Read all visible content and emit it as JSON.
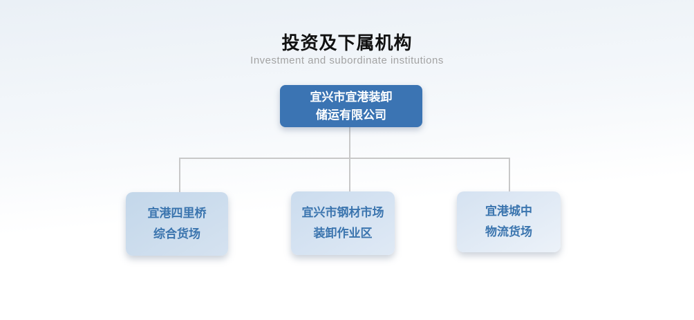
{
  "header": {
    "title": "投资及下属机构",
    "subtitle": "Investment and subordinate institutions"
  },
  "org_chart": {
    "type": "organization-tree",
    "root": {
      "line1": "宜兴市宜港装卸",
      "line2": "储运有限公司"
    },
    "children": [
      {
        "line1": "宜港四里桥",
        "line2": "综合货场"
      },
      {
        "line1": "宜兴市钢材市场",
        "line2": "装卸作业区"
      },
      {
        "line1": "宜港城中",
        "line2": "物流货场"
      }
    ]
  },
  "colors": {
    "root_box_bg": "#3b74b3",
    "root_box_text": "#ffffff",
    "child_box_text": "#3a74ae",
    "child_box_bg_start": "#c3d7ea",
    "child_box_bg_end": "#ecf2f9",
    "connector_line": "#c8c8c8",
    "title_text": "#111111",
    "subtitle_text": "#a3a3a3",
    "page_bg_top": "#eaf0f6",
    "page_bg_bottom": "#ffffff"
  }
}
